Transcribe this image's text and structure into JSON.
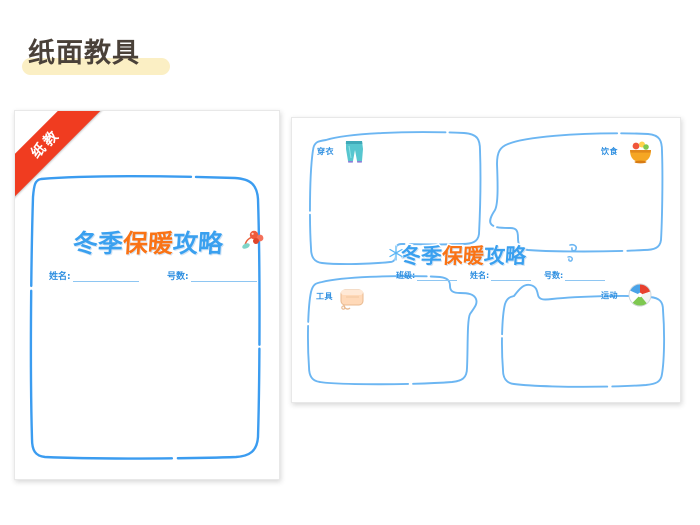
{
  "page": {
    "heading": "纸面教具",
    "background": "#ffffff",
    "heading_color": "#4a4139",
    "highlight_color": "#fbefc4"
  },
  "colors": {
    "accent_blue": "#3aa0ef",
    "accent_orange": "#f97316",
    "line_blue": "#55aaf0",
    "ribbon_red": "#f03c20",
    "label_blue": "#2f8fe0"
  },
  "left_card": {
    "name": "paper-worksheet-lined",
    "ribbon": {
      "label": "纸教",
      "color": "#f03c20"
    },
    "title_parts": [
      {
        "text": "冬",
        "color": "blue"
      },
      {
        "text": "季",
        "color": "blue"
      },
      {
        "text": "保",
        "color": "orange"
      },
      {
        "text": "暖",
        "color": "orange"
      },
      {
        "text": "攻",
        "color": "blue"
      },
      {
        "text": "略",
        "color": "blue"
      }
    ],
    "title_plain": "冬季保暖攻略",
    "decoration": "berry-sprig-icon",
    "fields": [
      {
        "label": "姓名:",
        "value": "",
        "line_width": 66
      },
      {
        "label": "号数:",
        "value": "",
        "line_width": 66
      }
    ],
    "frame": "hand-drawn-rounded-rect"
  },
  "right_card": {
    "name": "paper-worksheet-bubbles",
    "title_parts": [
      {
        "text": "冬",
        "color": "blue"
      },
      {
        "text": "季",
        "color": "blue"
      },
      {
        "text": "保",
        "color": "orange"
      },
      {
        "text": "暖",
        "color": "orange"
      },
      {
        "text": "攻",
        "color": "blue"
      },
      {
        "text": "略",
        "color": "blue"
      }
    ],
    "title_plain": "冬季保暖攻略",
    "snowflake": "snowflake-icon",
    "decoration": "music-note-icon",
    "fields": [
      {
        "label": "班级:",
        "value": "",
        "line_width": 40
      },
      {
        "label": "姓名:",
        "value": "",
        "line_width": 40
      },
      {
        "label": "号数:",
        "value": "",
        "line_width": 40
      }
    ],
    "bubbles": [
      {
        "label": "穿衣",
        "icon": "pants-icon",
        "position": "top-left"
      },
      {
        "label": "饮食",
        "icon": "food-bowl-icon",
        "position": "top-right"
      },
      {
        "label": "工具",
        "icon": "hot-water-bag-icon",
        "position": "bottom-left"
      },
      {
        "label": "运动",
        "icon": "beach-ball-icon",
        "position": "bottom-right"
      }
    ]
  }
}
